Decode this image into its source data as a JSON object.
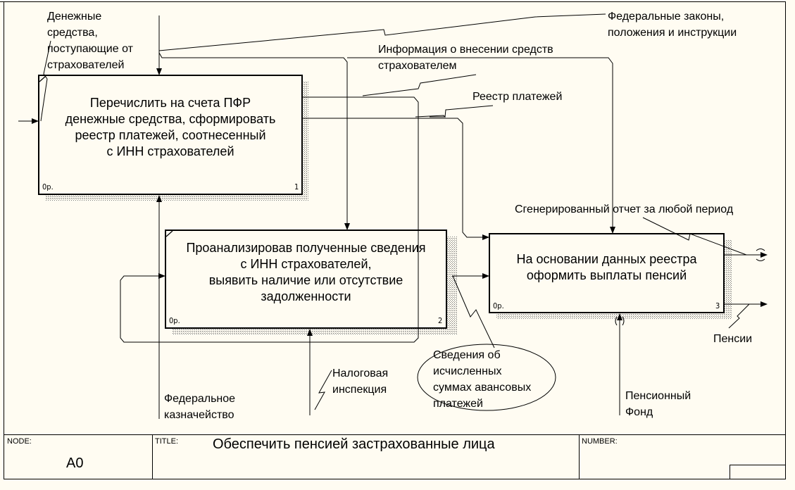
{
  "diagram": {
    "boxes": [
      {
        "id": "1",
        "text": "Перечислить на счета ПФР\nденежные средства, сформировать\nреестр платежей, соотнесенный\nс ИНН страхователей",
        "cost": "0р.",
        "number": "1"
      },
      {
        "id": "2",
        "text": "Проанализировав полученные сведения\nс ИНН страхователей,\nвыявить наличие или отсутствие\nзадолженности",
        "cost": "0р.",
        "number": "2"
      },
      {
        "id": "3",
        "text": "На основании данных реестра\nоформить выплаты пенсий",
        "cost": "0р.",
        "number": "3"
      }
    ],
    "arrow_labels": {
      "money_in": "Денежные\nсредства,\nпоступающие от\nстрахователей",
      "federal_laws": "Федеральные законы,\nположения и инструкции",
      "info_contrib": "Информация о внесении средств\nстрахователем",
      "payment_register": "Реестр платежей",
      "generated_report": "Сгенерированный отчет за любой период",
      "pensions": "Пенсии",
      "advance_payments": "Сведения об\nисчисленных\nсуммах авансовых\nплатежей",
      "tax_inspection": "Налоговая\nинспекция",
      "federal_treasury": "Федеральное\nказначейство",
      "pension_fund": "Пенсионный\nФонд"
    },
    "colors": {
      "background": "#fffcf2",
      "line": "#000000",
      "shadow": "#9a9a9a"
    }
  },
  "footer": {
    "node_label": "NODE:",
    "node_value": "A0",
    "title_label": "TITLE:",
    "title_value": "Обеспечить пенсией застрахованные лица",
    "number_label": "NUMBER:"
  }
}
